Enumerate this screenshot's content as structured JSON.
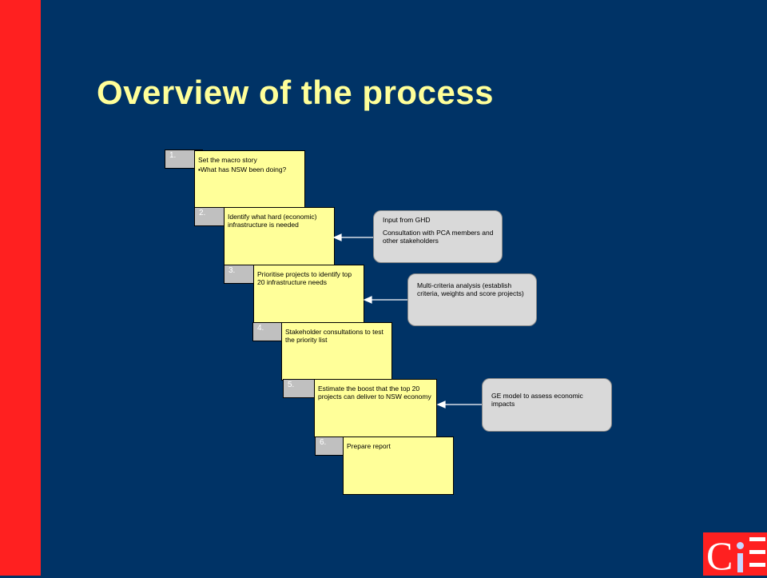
{
  "slide": {
    "title": "Overview of the process"
  },
  "steps": [
    {
      "number": "1.",
      "lines": [
        "Set the macro story"
      ],
      "bullet": "▪What has NSW been doing?"
    },
    {
      "number": "2.",
      "lines": [
        "Identify what hard (economic) infrastructure is needed"
      ]
    },
    {
      "number": "3.",
      "lines": [
        "Prioritise projects to identify top 20 infrastructure needs"
      ]
    },
    {
      "number": "4.",
      "lines": [
        "Stakeholder consultations to test the priority list"
      ]
    },
    {
      "number": "5.",
      "lines": [
        "Estimate the boost that the top 20 projects can deliver to NSW economy"
      ]
    },
    {
      "number": "6.",
      "lines": [
        "Prepare report"
      ]
    }
  ],
  "inputs": [
    {
      "line1": "Input from GHD",
      "line2": "Consultation with PCA members and other stakeholders"
    },
    {
      "line1": "Multi-criteria analysis (establish criteria, weights and score projects)"
    },
    {
      "line1": "GE model to assess economic impacts"
    }
  ],
  "colors": {
    "background": "#003366",
    "accent_bar": "#ff2020",
    "title": "#ffff99",
    "step_box": "#ffff99",
    "number_tab": "#c0c0c0",
    "input_box": "#d9d9d9"
  },
  "logo": {
    "name": "cie-logo",
    "text": "CIE"
  }
}
